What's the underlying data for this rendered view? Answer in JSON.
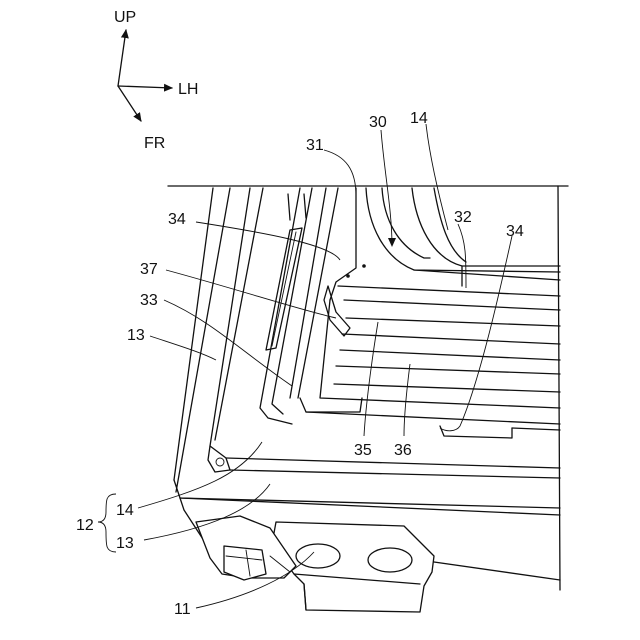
{
  "axes": {
    "up": "UP",
    "lh": "LH",
    "fr": "FR"
  },
  "labels": {
    "l30": "30",
    "l31": "31",
    "l14_top": "14",
    "l32": "32",
    "l34_left": "34",
    "l34_right": "34",
    "l37": "37",
    "l33": "33",
    "l13_left": "13",
    "l35": "35",
    "l36": "36",
    "l14_bottom": "14",
    "l13_bottom": "13",
    "l12": "12",
    "l11": "11"
  }
}
